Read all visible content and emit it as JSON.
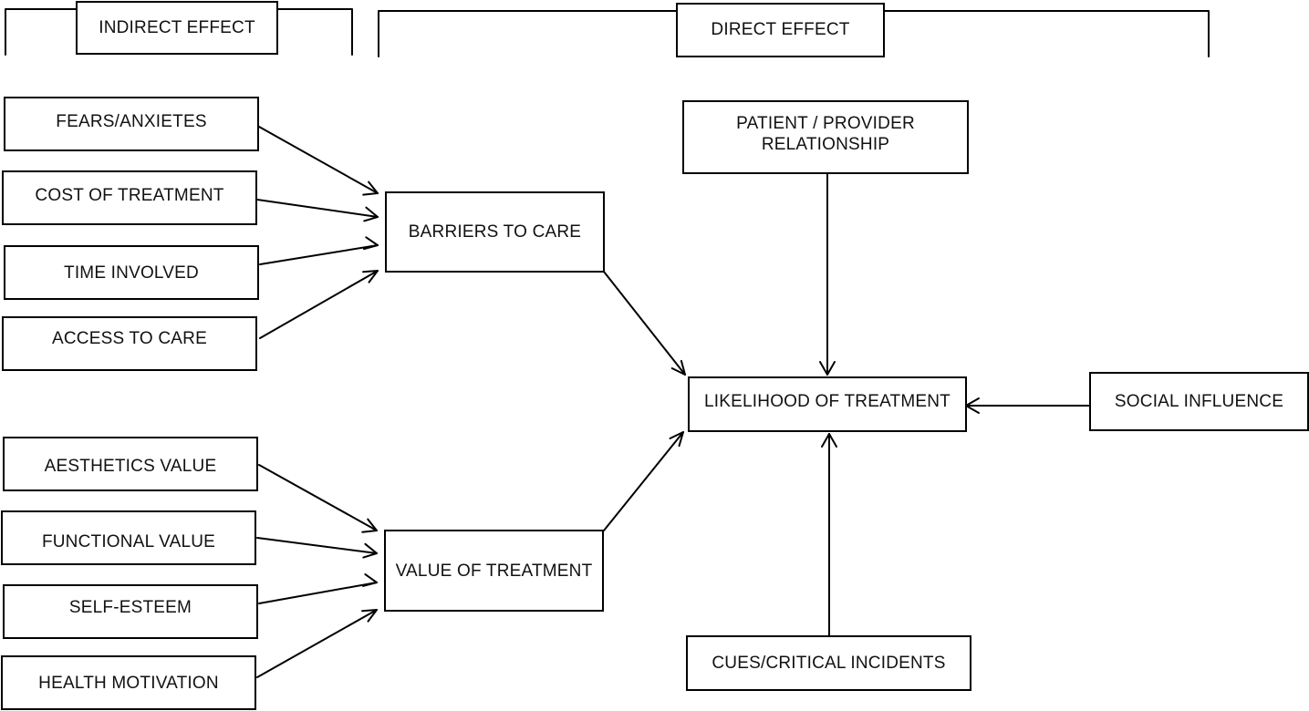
{
  "headers": {
    "indirect": "INDIRECT EFFECT",
    "direct": "DIRECT EFFECT"
  },
  "indirect_factors": {
    "fears": "FEARS/ANXIETES",
    "cost": "COST OF TREATMENT",
    "time": "TIME INVOLVED",
    "access": "ACCESS TO CARE",
    "aesthetics": "AESTHETICS VALUE",
    "functional": "FUNCTIONAL VALUE",
    "self_esteem": "SELF-ESTEEM",
    "health_motivation": "HEALTH MOTIVATION"
  },
  "mediators": {
    "barriers": "BARRIERS TO CARE",
    "value": "VALUE OF TREATMENT"
  },
  "outcome": "LIKELIHOOD OF TREATMENT",
  "direct_factors": {
    "relationship_line1": "PATIENT / PROVIDER",
    "relationship_line2": "RELATIONSHIP",
    "social": "SOCIAL INFLUENCE",
    "cues": "CUES/CRITICAL INCIDENTS"
  },
  "edges": [
    {
      "from": "FEARS/ANXIETES",
      "to": "BARRIERS TO CARE"
    },
    {
      "from": "COST OF TREATMENT",
      "to": "BARRIERS TO CARE"
    },
    {
      "from": "TIME INVOLVED",
      "to": "BARRIERS TO CARE"
    },
    {
      "from": "ACCESS TO CARE",
      "to": "BARRIERS TO CARE"
    },
    {
      "from": "AESTHETICS VALUE",
      "to": "VALUE OF TREATMENT"
    },
    {
      "from": "FUNCTIONAL VALUE",
      "to": "VALUE OF TREATMENT"
    },
    {
      "from": "SELF-ESTEEM",
      "to": "VALUE OF TREATMENT"
    },
    {
      "from": "HEALTH MOTIVATION",
      "to": "VALUE OF TREATMENT"
    },
    {
      "from": "BARRIERS TO CARE",
      "to": "LIKELIHOOD OF TREATMENT"
    },
    {
      "from": "VALUE OF TREATMENT",
      "to": "LIKELIHOOD OF TREATMENT"
    },
    {
      "from": "PATIENT / PROVIDER RELATIONSHIP",
      "to": "LIKELIHOOD OF TREATMENT"
    },
    {
      "from": "SOCIAL INFLUENCE",
      "to": "LIKELIHOOD OF TREATMENT"
    },
    {
      "from": "CUES/CRITICAL INCIDENTS",
      "to": "LIKELIHOOD OF TREATMENT"
    }
  ]
}
